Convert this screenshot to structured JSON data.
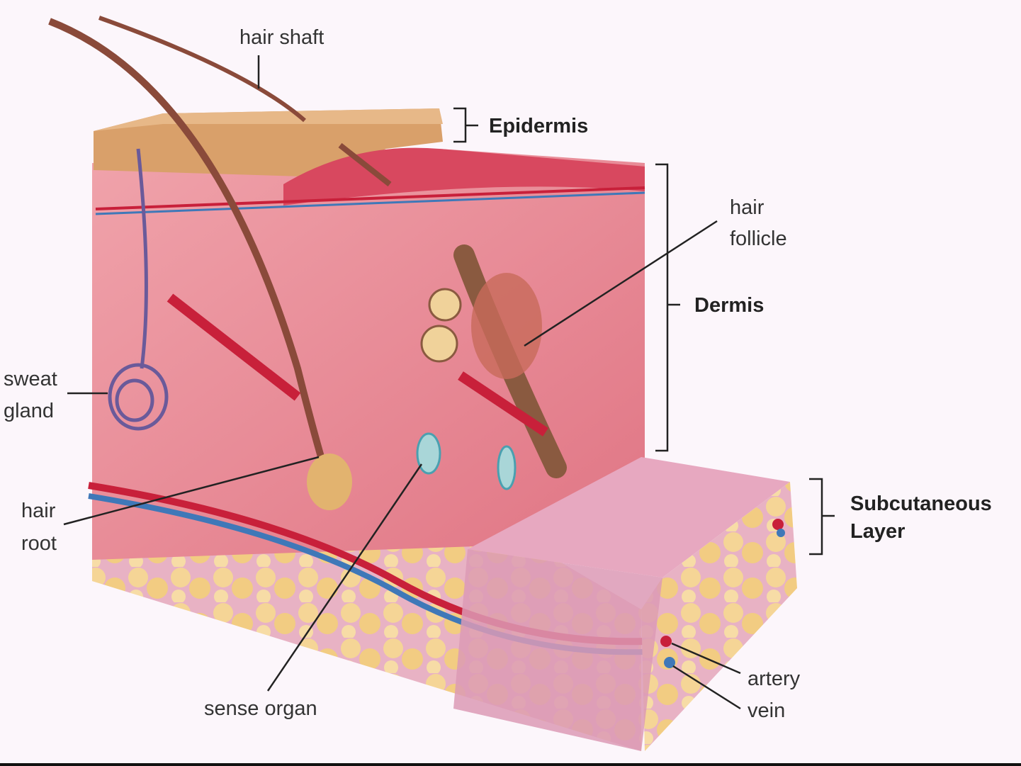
{
  "title": "Skin cross-section",
  "labels": {
    "hair_shaft": "hair shaft",
    "epidermis": "Epidermis",
    "hair_follicle_1": "hair",
    "hair_follicle_2": "follicle",
    "dermis": "Dermis",
    "sweat_gland_1": "sweat",
    "sweat_gland_2": "gland",
    "hair_root_1": "hair",
    "hair_root_2": "root",
    "subcutaneous_1": "Subcutaneous",
    "subcutaneous_2": "Layer",
    "sense_organ": "sense organ",
    "artery": "artery",
    "vein": "vein"
  },
  "colors": {
    "dermis": "#e8838f",
    "epidermis": "#d9a06a",
    "fat": "#f2cf8a",
    "artery": "#c8203a",
    "vein": "#3f78b8"
  }
}
